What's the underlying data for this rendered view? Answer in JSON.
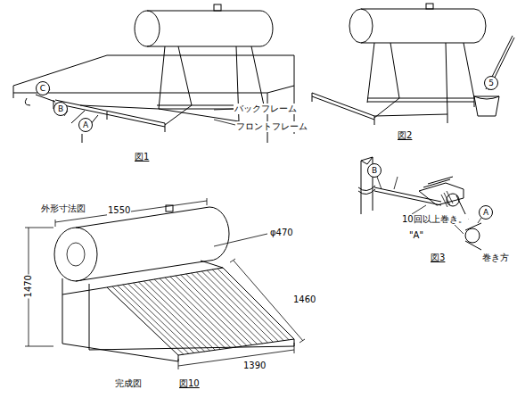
{
  "diagram": {
    "labels": [
      "バックフレーム",
      "フロントフレーム",
      "図1",
      "C",
      "B",
      "A",
      "図2",
      "5",
      "外形寸法図",
      "1550",
      "φ470",
      "1460",
      "1470",
      "1390",
      "完成図",
      "図10",
      "B",
      "10回以上巻き。",
      "\"A\"",
      "A",
      "巻き方",
      "図3"
    ]
  }
}
